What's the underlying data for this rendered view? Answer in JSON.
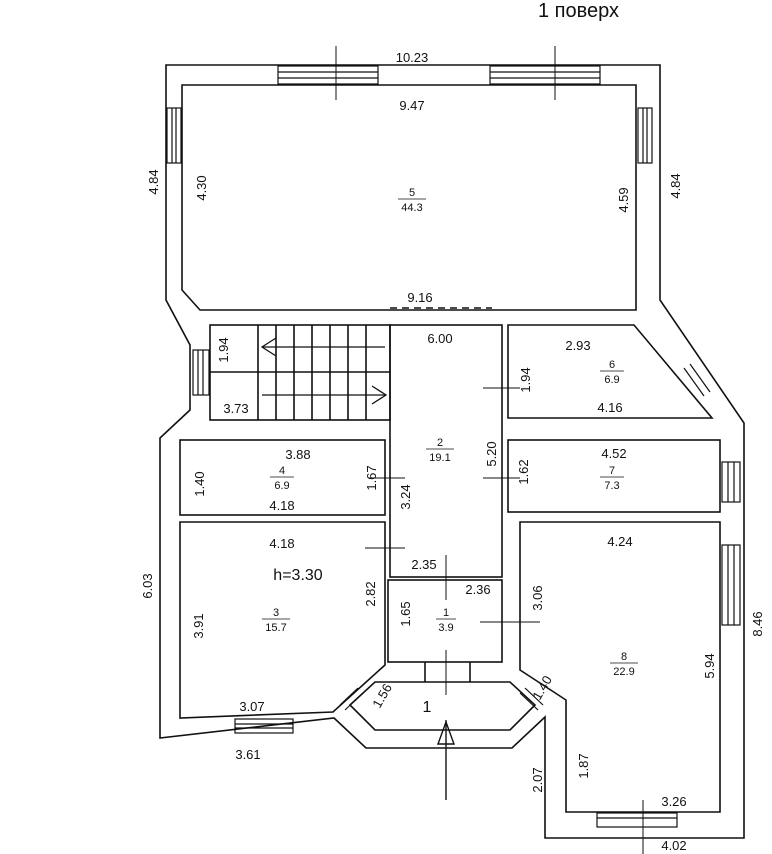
{
  "title": "1 поверх",
  "height_note": "h=3.30",
  "entrance_number": "1",
  "dimensions": {
    "top_outer": "10.23",
    "top_inner": "9.47",
    "left_outer_top": "4.84",
    "left_inner_top": "4.30",
    "right_inner_top": "4.59",
    "right_outer_top": "4.84",
    "mid_wall": "9.16",
    "corridor_width": "6.00",
    "stair_upper": "1.94",
    "stair_width": "3.73",
    "corridor_side": "1.94",
    "room6_top": "2.93",
    "room6_bottom": "4.16",
    "room4_top": "3.88",
    "room4_side": "1.40",
    "room4_right": "1.67",
    "room4_bottom": "4.18",
    "corridor_length": "3.24",
    "corridor_right": "5.20",
    "room7_top": "4.52",
    "room7_side": "1.62",
    "room3_top": "4.18",
    "room3_side": "3.91",
    "room3_right": "2.82",
    "room3_bottom": "3.07",
    "left_outer_bottom": "6.03",
    "bottom_left": "3.61",
    "room1_top": "2.35",
    "room1_top2": "2.36",
    "room1_side": "1.65",
    "room1_right": "3.06",
    "porch_left": "1.56",
    "porch_right": "1.40",
    "room8_top": "4.24",
    "room8_side": "5.94",
    "right_outer_bottom": "8.46",
    "room8_lower": "1.87",
    "room8_bottom": "3.26",
    "porch_outer": "2.07",
    "bottom_right": "4.02"
  },
  "rooms": [
    {
      "number": "5",
      "area": "44.3"
    },
    {
      "number": "6",
      "area": "6.9"
    },
    {
      "number": "2",
      "area": "19.1"
    },
    {
      "number": "4",
      "area": "6.9"
    },
    {
      "number": "7",
      "area": "7.3"
    },
    {
      "number": "3",
      "area": "15.7"
    },
    {
      "number": "1",
      "area": "3.9"
    },
    {
      "number": "8",
      "area": "22.9"
    }
  ]
}
